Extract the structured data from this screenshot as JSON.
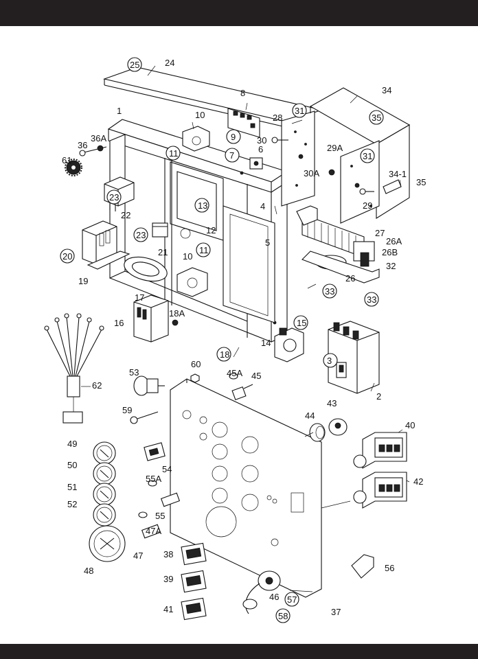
{
  "colors": {
    "band": "#231f20",
    "paper": "#ffffff",
    "ink": "#111111"
  },
  "labels": {
    "l1": "1",
    "l2": "2",
    "l3": "3",
    "l4": "4",
    "l5": "5",
    "l6": "6",
    "l7": "7",
    "l8": "8",
    "l9": "9",
    "l10a": "10",
    "l10b": "10",
    "l11a": "11",
    "l11b": "11",
    "l12": "12",
    "l13": "13",
    "l14": "14",
    "l15": "15",
    "l16": "16",
    "l17": "17",
    "l18": "18",
    "l18A": "18A",
    "l19": "19",
    "l20": "20",
    "l21": "21",
    "l22": "22",
    "l23a": "23",
    "l23b": "23",
    "l24": "24",
    "l25": "25",
    "l26": "26",
    "l26A": "26A",
    "l26B": "26B",
    "l27": "27",
    "l28": "28",
    "l29": "29",
    "l29A": "29A",
    "l30": "30",
    "l30A": "30A",
    "l31a": "31",
    "l31b": "31",
    "l32": "32",
    "l33a": "33",
    "l33b": "33",
    "l34": "34",
    "l34_1": "34-1",
    "l35a": "35",
    "l35b": "35",
    "l36": "36",
    "l36A": "36A",
    "l37": "37",
    "l38": "38",
    "l39": "39",
    "l40": "40",
    "l41": "41",
    "l42": "42",
    "l43": "43",
    "l44": "44",
    "l45": "45",
    "l45A": "45A",
    "l46": "46",
    "l47": "47",
    "l47A": "47A",
    "l48": "48",
    "l49": "49",
    "l50": "50",
    "l51": "51",
    "l52": "52",
    "l53": "53",
    "l54": "54",
    "l55": "55",
    "l55A": "55A",
    "l56": "56",
    "l57": "57",
    "l58": "58",
    "l59": "59",
    "l60": "60",
    "l61": "61",
    "l62": "62"
  }
}
